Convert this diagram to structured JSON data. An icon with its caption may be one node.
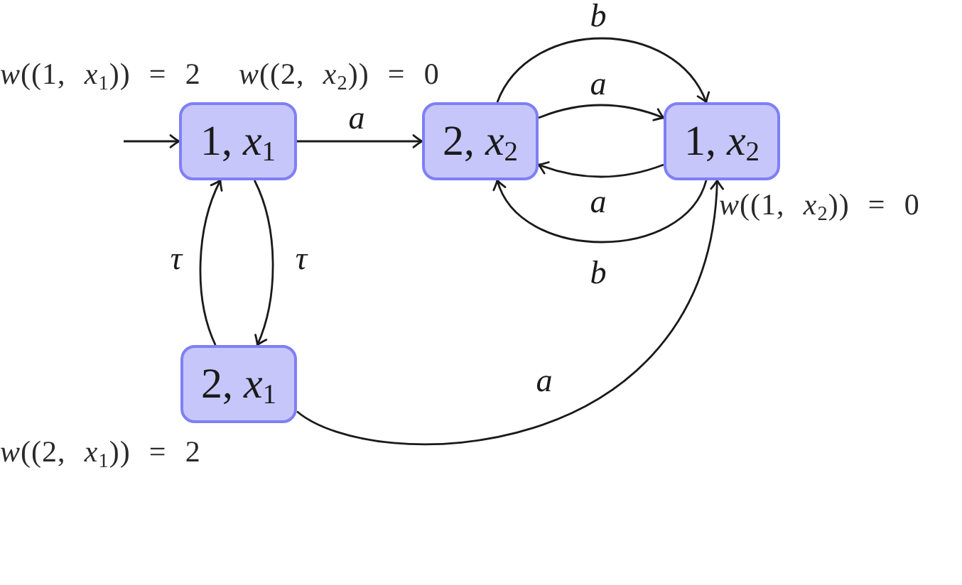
{
  "diagram": {
    "nodes": [
      {
        "text": [
          "1, *x*$_{1}$"
        ],
        "beside": [
          "*w*((1, *x*$_{1}$)) = 2"
        ]
      },
      {
        "text": [
          "2, *x*$_{2}$"
        ]
      },
      {
        "text": [
          "1, *x*$_{2}$"
        ],
        "beside": [
          "*w*((1, *x*$_{2}$)) = 0"
        ]
      },
      {
        "text": [
          "2, *x*$_{1}$"
        ],
        "beside": [
          "*w*((2, *x*$_{1}$)) = 2"
        ]
      }
    ],
    "edges": [
      {
        "from": null,
        "to": 0,
        "arrow": "to"
      },
      {
        "from": 0,
        "to": 1,
        "arrow": "to",
        "label": "a"
      },
      {
        "from": 1,
        "to": 2,
        "arrow": "to",
        "label": "b"
      },
      {
        "from": 1,
        "to": 2,
        "arrow": "to",
        "label": "a"
      },
      {
        "from": 2,
        "to": 1,
        "arrow": "to",
        "label": "a"
      },
      {
        "from": 2,
        "to": 1,
        "arrow": "to",
        "label": "b"
      },
      {
        "from": 0,
        "to": 3,
        "arrow": "to",
        "label": "τ"
      },
      {
        "from": 3,
        "to": 0,
        "arrow": "to",
        "label": "τ"
      },
      {
        "from": 3,
        "to": 2,
        "arrow": "to",
        "label": "a"
      }
    ],
    "labels": [
      "*w*((2, *x*$_{2}$)) = 0"
    ]
  }
}
